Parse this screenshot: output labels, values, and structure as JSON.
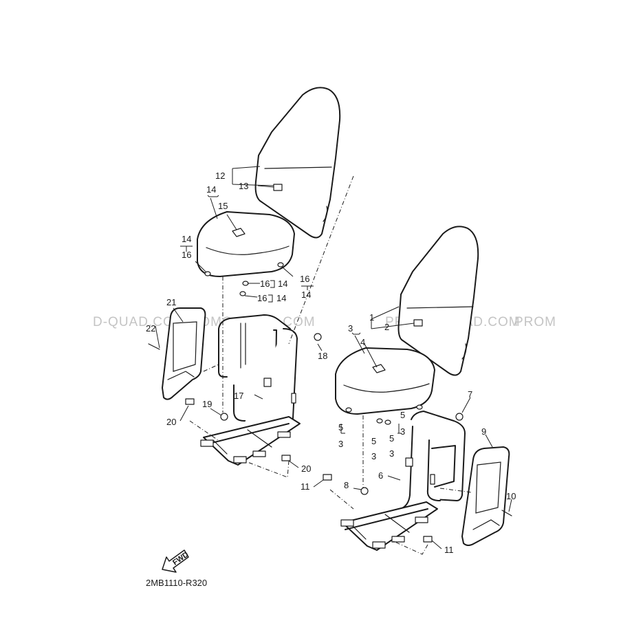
{
  "diagram": {
    "code": "2MB1110-R320",
    "direction_label": "FWD",
    "watermark": {
      "text": "PROMO-QUAD.COM"
    },
    "callouts": [
      {
        "id": "c1",
        "label": "1"
      },
      {
        "id": "c2",
        "label": "2"
      },
      {
        "id": "c3a",
        "label": "3"
      },
      {
        "id": "c4",
        "label": "4"
      },
      {
        "id": "c5a",
        "label": "5"
      },
      {
        "id": "c3b",
        "label": "3"
      },
      {
        "id": "c5b",
        "label": "5"
      },
      {
        "id": "c3c",
        "label": "3"
      },
      {
        "id": "c5c",
        "label": "5"
      },
      {
        "id": "c3d",
        "label": "3"
      },
      {
        "id": "c5d",
        "label": "5"
      },
      {
        "id": "c3e",
        "label": "3"
      },
      {
        "id": "c6",
        "label": "6"
      },
      {
        "id": "c7",
        "label": "7"
      },
      {
        "id": "c8",
        "label": "8"
      },
      {
        "id": "c9",
        "label": "9"
      },
      {
        "id": "c10",
        "label": "10"
      },
      {
        "id": "c11a",
        "label": "11"
      },
      {
        "id": "c11b",
        "label": "11"
      },
      {
        "id": "c12",
        "label": "12"
      },
      {
        "id": "c13",
        "label": "13"
      },
      {
        "id": "c14a",
        "label": "14"
      },
      {
        "id": "c15",
        "label": "15"
      },
      {
        "id": "c14b",
        "label": "14"
      },
      {
        "id": "c16a",
        "label": "16"
      },
      {
        "id": "c16b",
        "label": "16"
      },
      {
        "id": "c14c",
        "label": "14"
      },
      {
        "id": "c16c",
        "label": "16"
      },
      {
        "id": "c14d",
        "label": "14"
      },
      {
        "id": "c16d",
        "label": "16"
      },
      {
        "id": "c14e",
        "label": "14"
      },
      {
        "id": "c17",
        "label": "17"
      },
      {
        "id": "c18",
        "label": "18"
      },
      {
        "id": "c19",
        "label": "19"
      },
      {
        "id": "c20a",
        "label": "20"
      },
      {
        "id": "c20b",
        "label": "20"
      },
      {
        "id": "c21",
        "label": "21"
      },
      {
        "id": "c22",
        "label": "22"
      }
    ]
  }
}
